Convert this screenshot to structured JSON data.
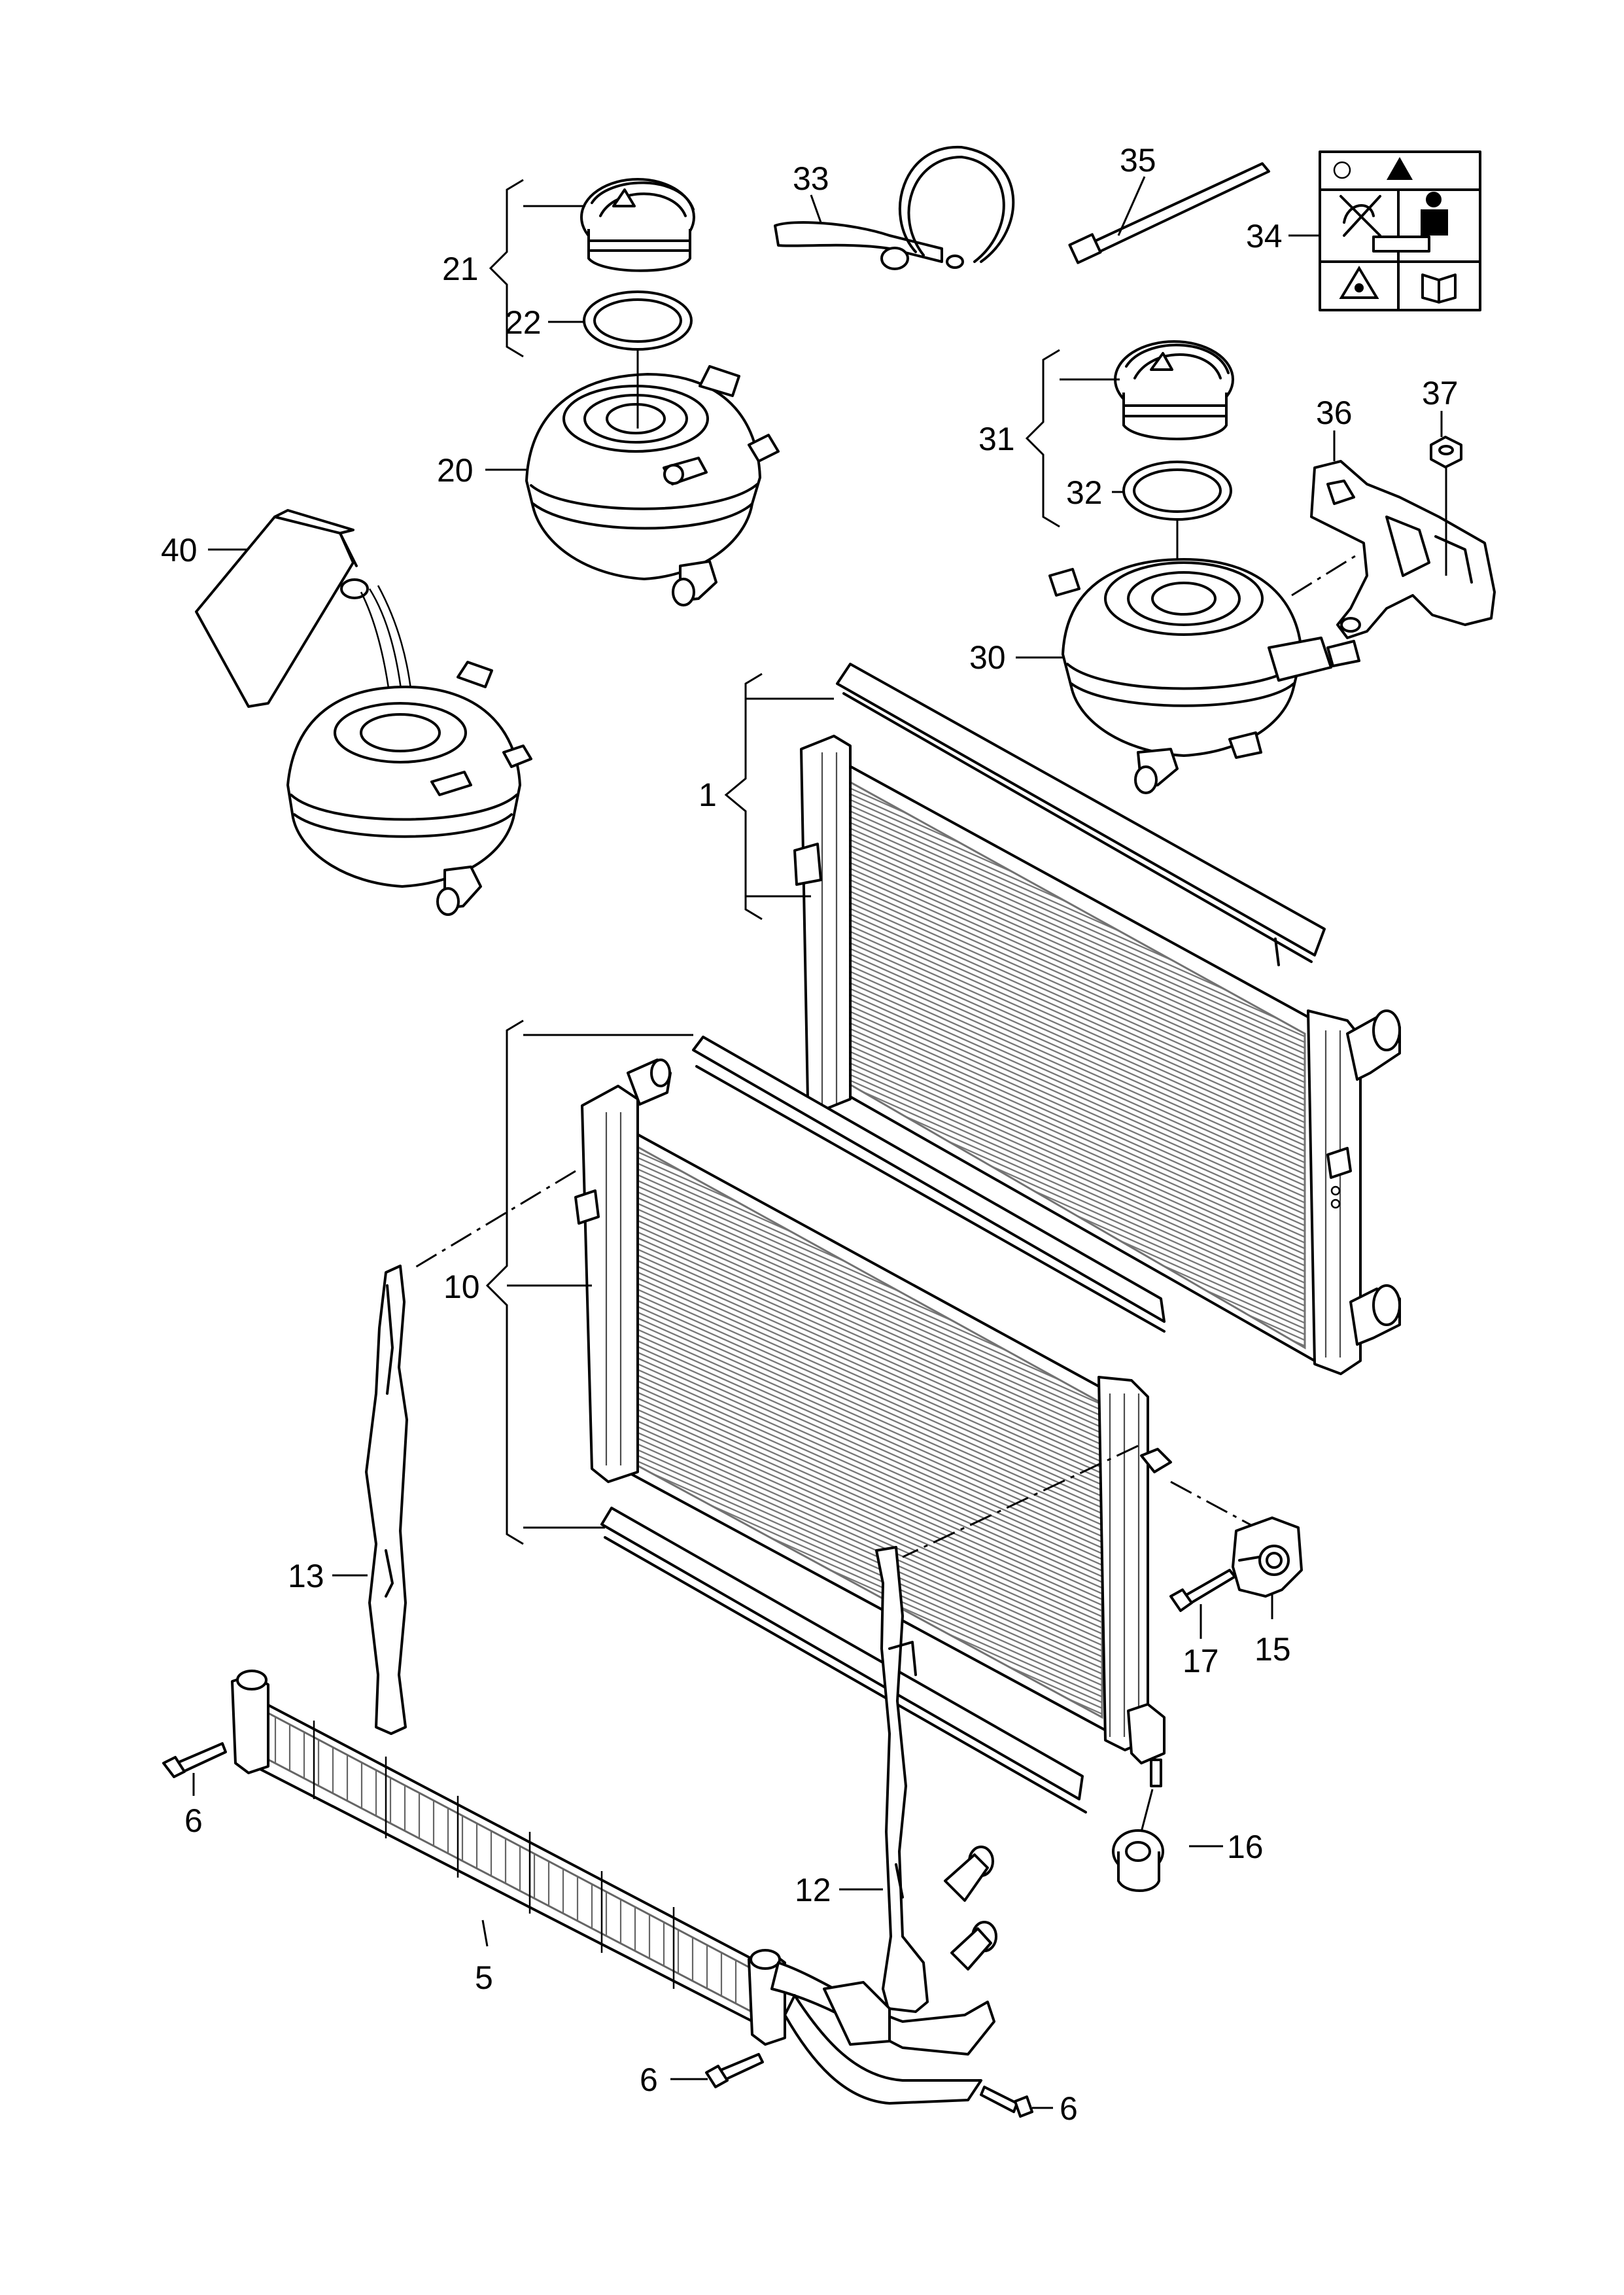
{
  "parts": [
    {
      "id": "p1",
      "label": "1"
    },
    {
      "id": "p5",
      "label": "5"
    },
    {
      "id": "p6a",
      "label": "6"
    },
    {
      "id": "p6b",
      "label": "6"
    },
    {
      "id": "p6c",
      "label": "6"
    },
    {
      "id": "p10",
      "label": "10"
    },
    {
      "id": "p12",
      "label": "12"
    },
    {
      "id": "p13",
      "label": "13"
    },
    {
      "id": "p15",
      "label": "15"
    },
    {
      "id": "p16",
      "label": "16"
    },
    {
      "id": "p17",
      "label": "17"
    },
    {
      "id": "p20",
      "label": "20"
    },
    {
      "id": "p21",
      "label": "21"
    },
    {
      "id": "p22",
      "label": "22"
    },
    {
      "id": "p30",
      "label": "30"
    },
    {
      "id": "p31",
      "label": "31"
    },
    {
      "id": "p32",
      "label": "32"
    },
    {
      "id": "p33",
      "label": "33"
    },
    {
      "id": "p34",
      "label": "34"
    },
    {
      "id": "p35",
      "label": "35"
    },
    {
      "id": "p36",
      "label": "36"
    },
    {
      "id": "p37",
      "label": "37"
    },
    {
      "id": "p40",
      "label": "40"
    }
  ],
  "icons": {
    "warning_label": [
      "info-circle-icon",
      "warning-triangle-icon",
      "no-open-hot-icon",
      "protective-gear-icon",
      "coolant-drop-warning-icon",
      "manual-book-icon"
    ]
  }
}
